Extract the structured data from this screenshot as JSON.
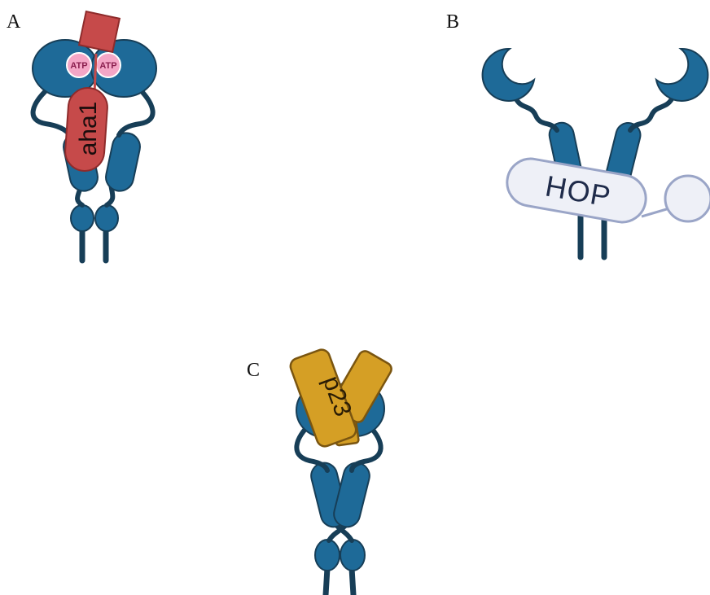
{
  "panels": {
    "a": {
      "letter": "A",
      "atp_left": "ATP",
      "atp_right": "ATP",
      "cochaperone": "aha1"
    },
    "b": {
      "letter": "B",
      "cochaperone": "HOP"
    },
    "c": {
      "letter": "C",
      "cochaperone": "p23"
    }
  },
  "colors": {
    "hsp90_fill": "#1e6a98",
    "hsp90_stroke": "#173e57",
    "aha1_fill": "#c64a4a",
    "aha1_stroke": "#8e2b2b",
    "atp_fill": "#f4a6c6",
    "atp_stroke": "#ffffff",
    "atp_text": "#8a1e4e",
    "hop_fill": "#eef0f7",
    "hop_stroke": "#9aa5c7",
    "hop_text": "#1f2b4a",
    "p23_fill": "#d59f25",
    "p23_stroke": "#7a5510",
    "p23_text": "#2a1c05"
  }
}
